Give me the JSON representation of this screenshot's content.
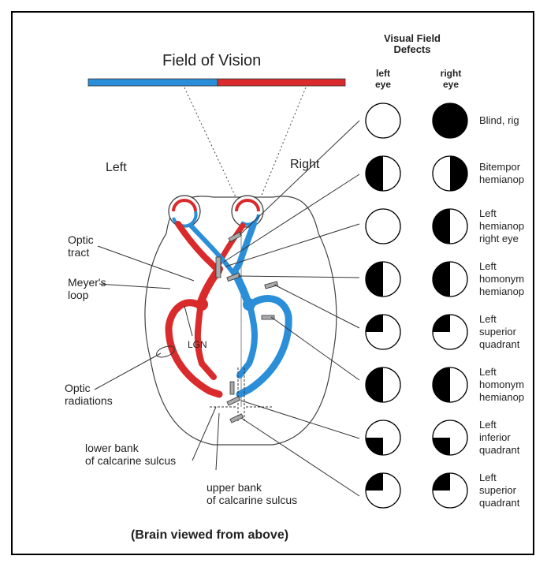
{
  "title": "Field of Vision",
  "caption": "(Brain viewed from above)",
  "side_labels": {
    "left": "Left",
    "right": "Right"
  },
  "anatomy_labels": {
    "optic_tract": "Optic\ntract",
    "meyers_loop": "Meyer's\nloop",
    "lgn": "LGN",
    "optic_radiations": "Optic\nradiations",
    "lower_bank": "lower bank\nof calcarine sulcus",
    "upper_bank": "upper bank\nof calcarine sulcus"
  },
  "defects_header": {
    "title": "Visual Field\nDefects",
    "left_eye": "left\neye",
    "right_eye": "right\neye"
  },
  "colors": {
    "left_field": "#2a8fd8",
    "right_field": "#d92b2b",
    "outline": "#333333"
  },
  "defects": [
    {
      "label": "Blind, rig",
      "left_eye": "none",
      "right_eye": "full"
    },
    {
      "label": "Bitempor\nhemianop",
      "left_eye": "left-half",
      "right_eye": "right-half"
    },
    {
      "label": "Left\nhemianop\nright eye",
      "left_eye": "none",
      "right_eye": "left-half"
    },
    {
      "label": "Left\nhomonym\nhemianop",
      "left_eye": "left-half",
      "right_eye": "left-half"
    },
    {
      "label": "Left\nsuperior\nquadrant",
      "left_eye": "top-left-quarter",
      "right_eye": "top-left-quarter"
    },
    {
      "label": "Left\nhomonym\nhemianop",
      "left_eye": "left-half",
      "right_eye": "left-half"
    },
    {
      "label": "Left\ninferior\nquadrant",
      "left_eye": "bottom-left-quarter",
      "right_eye": "bottom-left-quarter"
    },
    {
      "label": "Left\nsuperior\nquadrant",
      "left_eye": "top-left-quarter",
      "right_eye": "top-left-quarter"
    }
  ]
}
